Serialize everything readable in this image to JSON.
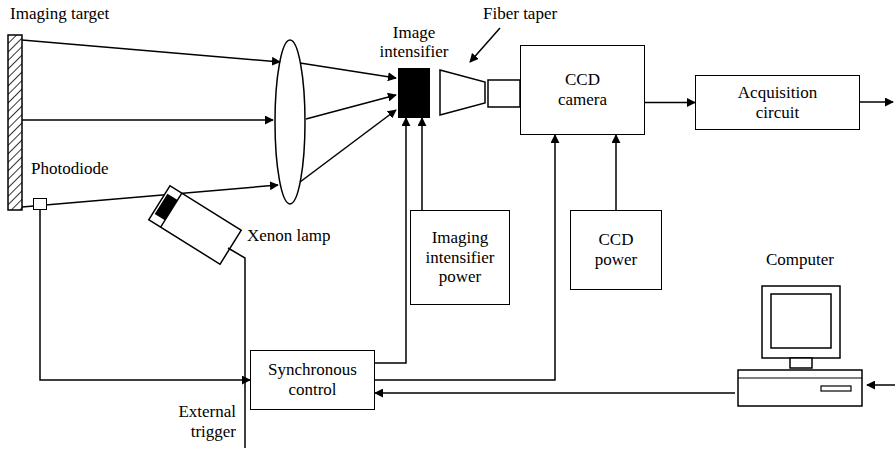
{
  "diagram": {
    "nodes": [
      {
        "text": [
          "Image intensifier"
        ]
      },
      {
        "text": [
          "CCD camera"
        ]
      },
      {
        "text": [
          "Acquisition circuit"
        ]
      },
      {
        "text": [
          "Imaging intensifier power"
        ]
      },
      {
        "text": [
          "CCD power"
        ]
      },
      {
        "text": [
          "Synchronous control"
        ]
      },
      {
        "text": [
          "Computer"
        ]
      },
      {
        "text": [
          "Photodiode"
        ]
      }
    ],
    "edges": [
      {
        "from": 7,
        "to": 5,
        "arrow": "to"
      },
      {
        "from": 5,
        "to": 0,
        "arrow": "to"
      },
      {
        "from": 3,
        "to": 0,
        "arrow": "to"
      },
      {
        "from": 5,
        "to": 1,
        "arrow": "to"
      },
      {
        "from": 4,
        "to": 1,
        "arrow": "to"
      },
      {
        "from": 1,
        "to": 2,
        "arrow": "to"
      },
      {
        "from": 6,
        "to": 5,
        "arrow": "to"
      }
    ],
    "labels": [
      "Imaging target",
      "Fiber taper",
      "Xenon lamp",
      "External trigger"
    ]
  }
}
